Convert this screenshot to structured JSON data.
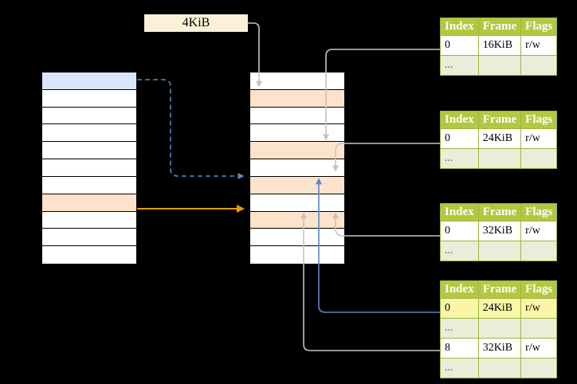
{
  "diagram": {
    "title": "page-table-translation-diagram",
    "label_box": {
      "text": "4KiB"
    },
    "colors": {
      "highlight_blue": "#d8e6f8",
      "highlight_orange": "#fde3cb",
      "table_header_green": "#b3c840",
      "table_dots_green": "#e9eed9",
      "label_cream": "#fcf1d8",
      "arrow_orange": "#e59c00",
      "arrow_blue": "#5b87c5",
      "arrow_gray": "#c8c8c8",
      "cell_yellow": "#fbf5a8"
    },
    "virtual_column": {
      "name": "virtual-address-space",
      "row_count": 11,
      "rows": [
        {
          "index": 0,
          "fill": "blue"
        },
        {
          "index": 1,
          "fill": "white"
        },
        {
          "index": 2,
          "fill": "white"
        },
        {
          "index": 3,
          "fill": "white"
        },
        {
          "index": 4,
          "fill": "white"
        },
        {
          "index": 5,
          "fill": "white"
        },
        {
          "index": 6,
          "fill": "white"
        },
        {
          "index": 7,
          "fill": "orange"
        },
        {
          "index": 8,
          "fill": "white"
        },
        {
          "index": 9,
          "fill": "white"
        },
        {
          "index": 10,
          "fill": "white"
        }
      ]
    },
    "physical_column": {
      "name": "physical-memory",
      "row_count": 11,
      "rows": [
        {
          "index": 0,
          "fill": "white"
        },
        {
          "index": 1,
          "fill": "orange"
        },
        {
          "index": 2,
          "fill": "white"
        },
        {
          "index": 3,
          "fill": "white"
        },
        {
          "index": 4,
          "fill": "orange"
        },
        {
          "index": 5,
          "fill": "white"
        },
        {
          "index": 6,
          "fill": "orange"
        },
        {
          "index": 7,
          "fill": "white"
        },
        {
          "index": 8,
          "fill": "orange"
        },
        {
          "index": 9,
          "fill": "white"
        },
        {
          "index": 10,
          "fill": "white"
        }
      ]
    },
    "tables": [
      {
        "name": "page-table-1",
        "headers": [
          "Index",
          "Frame",
          "Flags"
        ],
        "rows": [
          {
            "type": "data",
            "cells": [
              "0",
              "16KiB",
              "r/w"
            ],
            "highlight": [
              false,
              false,
              false
            ]
          },
          {
            "type": "dots",
            "cells": [
              "...",
              "",
              ""
            ],
            "highlight": [
              false,
              false,
              false
            ]
          }
        ]
      },
      {
        "name": "page-table-2",
        "headers": [
          "Index",
          "Frame",
          "Flags"
        ],
        "rows": [
          {
            "type": "data",
            "cells": [
              "0",
              "24KiB",
              "r/w"
            ],
            "highlight": [
              false,
              false,
              false
            ]
          },
          {
            "type": "dots",
            "cells": [
              "...",
              "",
              ""
            ],
            "highlight": [
              false,
              false,
              false
            ]
          }
        ]
      },
      {
        "name": "page-table-3",
        "headers": [
          "Index",
          "Frame",
          "Flags"
        ],
        "rows": [
          {
            "type": "data",
            "cells": [
              "0",
              "32KiB",
              "r/w"
            ],
            "highlight": [
              false,
              false,
              false
            ]
          },
          {
            "type": "dots",
            "cells": [
              "...",
              "",
              ""
            ],
            "highlight": [
              false,
              false,
              false
            ]
          }
        ]
      },
      {
        "name": "page-table-4",
        "headers": [
          "Index",
          "Frame",
          "Flags"
        ],
        "rows": [
          {
            "type": "data",
            "cells": [
              "0",
              "24KiB",
              "r/w"
            ],
            "highlight": [
              true,
              true,
              true
            ]
          },
          {
            "type": "dots",
            "cells": [
              "...",
              "",
              ""
            ],
            "highlight": [
              false,
              false,
              false
            ]
          },
          {
            "type": "data",
            "cells": [
              "8",
              "32KiB",
              "r/w"
            ],
            "highlight": [
              false,
              false,
              false
            ]
          },
          {
            "type": "dots",
            "cells": [
              "...",
              "",
              ""
            ],
            "highlight": [
              false,
              false,
              false
            ]
          }
        ]
      }
    ],
    "connectors": [
      {
        "name": "label-to-physical-row1",
        "style": "gray-solid-arrow"
      },
      {
        "name": "virtual-row0-to-physical-row6",
        "style": "blue-dashed-arrow"
      },
      {
        "name": "virtual-row7-to-physical-row8",
        "style": "orange-solid-arrow"
      },
      {
        "name": "table1-row0-to-physical-row4",
        "style": "gray-solid-arrow"
      },
      {
        "name": "table2-row0-to-physical-row6",
        "style": "gray-solid-arrow"
      },
      {
        "name": "table3-row0-to-physical-row8",
        "style": "gray-solid-arrow"
      },
      {
        "name": "table4-row8-to-physical-row8",
        "style": "gray-solid-arrow"
      },
      {
        "name": "table4-row0-to-physical-row6",
        "style": "blue-solid-arrow"
      }
    ]
  }
}
